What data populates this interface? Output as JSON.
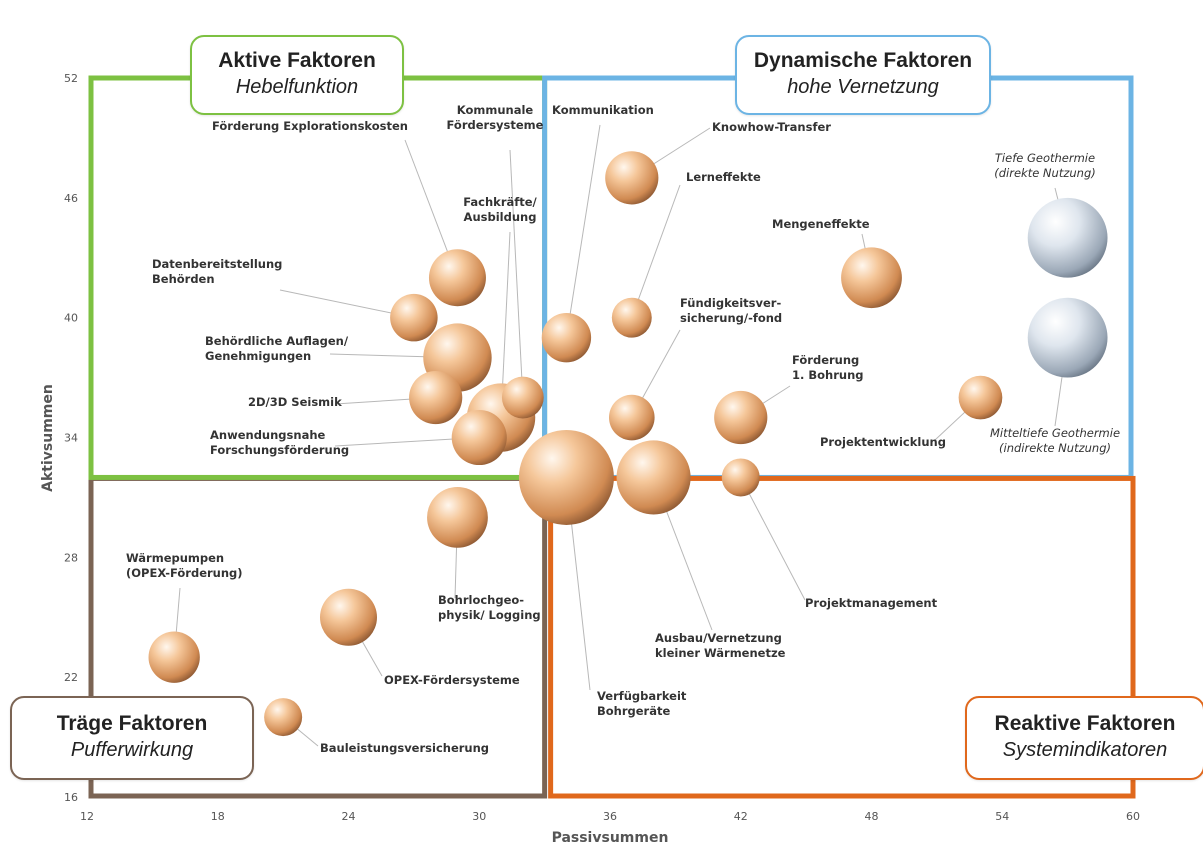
{
  "quadrants": {
    "aktiv": {
      "title": "Aktive Faktoren",
      "subtitle": "Hebelfunktion",
      "color": "#7dc142"
    },
    "dynamisch": {
      "title": "Dynamische Faktoren",
      "subtitle": "hohe Vernetzung",
      "color": "#6cb4e4"
    },
    "traege": {
      "title": "Träge Faktoren",
      "subtitle": "Pufferwirkung",
      "color": "#7b6454"
    },
    "reaktiv": {
      "title": "Reaktive Faktoren",
      "subtitle": "Systemindikatoren",
      "color": "#e0681c"
    }
  },
  "chart_data": {
    "type": "scatter",
    "xlabel": "Passivsummen",
    "ylabel": "Aktivsummen",
    "xlim": [
      12,
      60
    ],
    "ylim": [
      16,
      52
    ],
    "xticks": [
      12,
      18,
      24,
      30,
      36,
      42,
      48,
      54,
      60
    ],
    "yticks": [
      16,
      22,
      28,
      34,
      40,
      46,
      52
    ],
    "x_divider": 33,
    "y_divider": 32,
    "points": [
      {
        "label": [
          "Förderung Explorationskosten"
        ],
        "x": 29,
        "y": 42,
        "size": 1.5,
        "style": "bold"
      },
      {
        "label": [
          "Kommunale",
          "Fördersysteme"
        ],
        "x": 32,
        "y": 36,
        "size": 1.1,
        "style": "bold"
      },
      {
        "label": [
          "Fachkräfte/",
          "Ausbildung"
        ],
        "x": 31,
        "y": 35,
        "size": 1.8,
        "style": "bold"
      },
      {
        "label": [
          "Datenbereitstellung",
          "Behörden"
        ],
        "x": 27,
        "y": 40,
        "size": 1.25,
        "style": "bold"
      },
      {
        "label": [
          "Behördliche Auflagen/",
          "Genehmigungen"
        ],
        "x": 29,
        "y": 38,
        "size": 1.8,
        "style": "bold"
      },
      {
        "label": [
          "2D/3D Seismik"
        ],
        "x": 28,
        "y": 36,
        "size": 1.4,
        "style": "bold"
      },
      {
        "label": [
          "Anwendungsnahe",
          "Forschungsförderung"
        ],
        "x": 30,
        "y": 34,
        "size": 1.45,
        "style": "bold"
      },
      {
        "label": [
          "Kommunikation"
        ],
        "x": 34,
        "y": 39,
        "size": 1.3,
        "style": "bold"
      },
      {
        "label": [
          "Knowhow-Transfer"
        ],
        "x": 37,
        "y": 47,
        "size": 1.4,
        "style": "bold"
      },
      {
        "label": [
          "Lerneffekte"
        ],
        "x": 37,
        "y": 40,
        "size": 1.05,
        "style": "bold"
      },
      {
        "label": [
          "Fündigkeitsver-",
          "sicherung/-fond"
        ],
        "x": 37,
        "y": 35,
        "size": 1.2,
        "style": "bold"
      },
      {
        "label": [
          "Mengeneffekte"
        ],
        "x": 48,
        "y": 42,
        "size": 1.6,
        "style": "bold"
      },
      {
        "label": [
          "Förderung",
          "1. Bohrung"
        ],
        "x": 42,
        "y": 35,
        "size": 1.4,
        "style": "bold"
      },
      {
        "label": [
          "Projektentwicklung"
        ],
        "x": 53,
        "y": 36,
        "size": 1.15,
        "style": "bold"
      },
      {
        "label": [
          "Tiefe Geothermie",
          "(direkte Nutzung)"
        ],
        "x": 57,
        "y": 44,
        "size": 2.1,
        "style": "italic",
        "color": "silver"
      },
      {
        "label": [
          "Mitteltiefe Geothermie",
          "(indirekte Nutzung)"
        ],
        "x": 57,
        "y": 39,
        "size": 2.1,
        "style": "italic",
        "color": "silver"
      },
      {
        "label": [
          "Verfügbarkeit",
          "Bohrgeräte"
        ],
        "x": 34,
        "y": 32,
        "size": 2.5,
        "style": "bold"
      },
      {
        "label": [
          "Ausbau/Vernetzung",
          "kleiner Wärmenetze"
        ],
        "x": 38,
        "y": 32,
        "size": 1.95,
        "style": "bold"
      },
      {
        "label": [
          "Projektmanagement"
        ],
        "x": 42,
        "y": 32,
        "size": 1.0,
        "style": "bold"
      },
      {
        "label": [
          "Bohrlochgeo-",
          "physik/ Logging"
        ],
        "x": 29,
        "y": 30,
        "size": 1.6,
        "style": "bold"
      },
      {
        "label": [
          "Wärmepumpen",
          "(OPEX-Förderung)"
        ],
        "x": 16,
        "y": 23,
        "size": 1.35,
        "style": "bold"
      },
      {
        "label": [
          "OPEX-Fördersysteme"
        ],
        "x": 24,
        "y": 25,
        "size": 1.5,
        "style": "bold"
      },
      {
        "label": [
          "Bauleistungsversicherung"
        ],
        "x": 21,
        "y": 20,
        "size": 1.0,
        "style": "bold"
      }
    ]
  }
}
